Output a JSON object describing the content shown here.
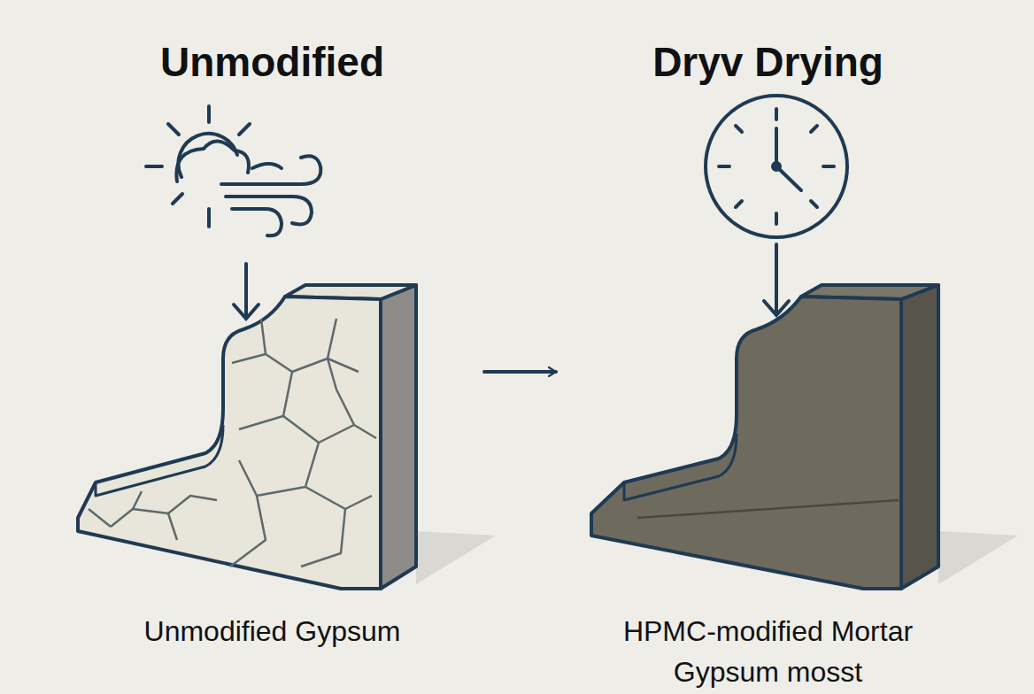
{
  "diagram": {
    "nodes": [
      {
        "text": [
          "Unmodified",
          "Unmodified Gypsum"
        ]
      },
      {
        "text": [
          "Dryv Drying",
          "HPMC-modified Mortar Gypsum mosst"
        ]
      }
    ],
    "edges": [
      {
        "from": 0,
        "to": 1,
        "arrow": "to"
      }
    ]
  }
}
